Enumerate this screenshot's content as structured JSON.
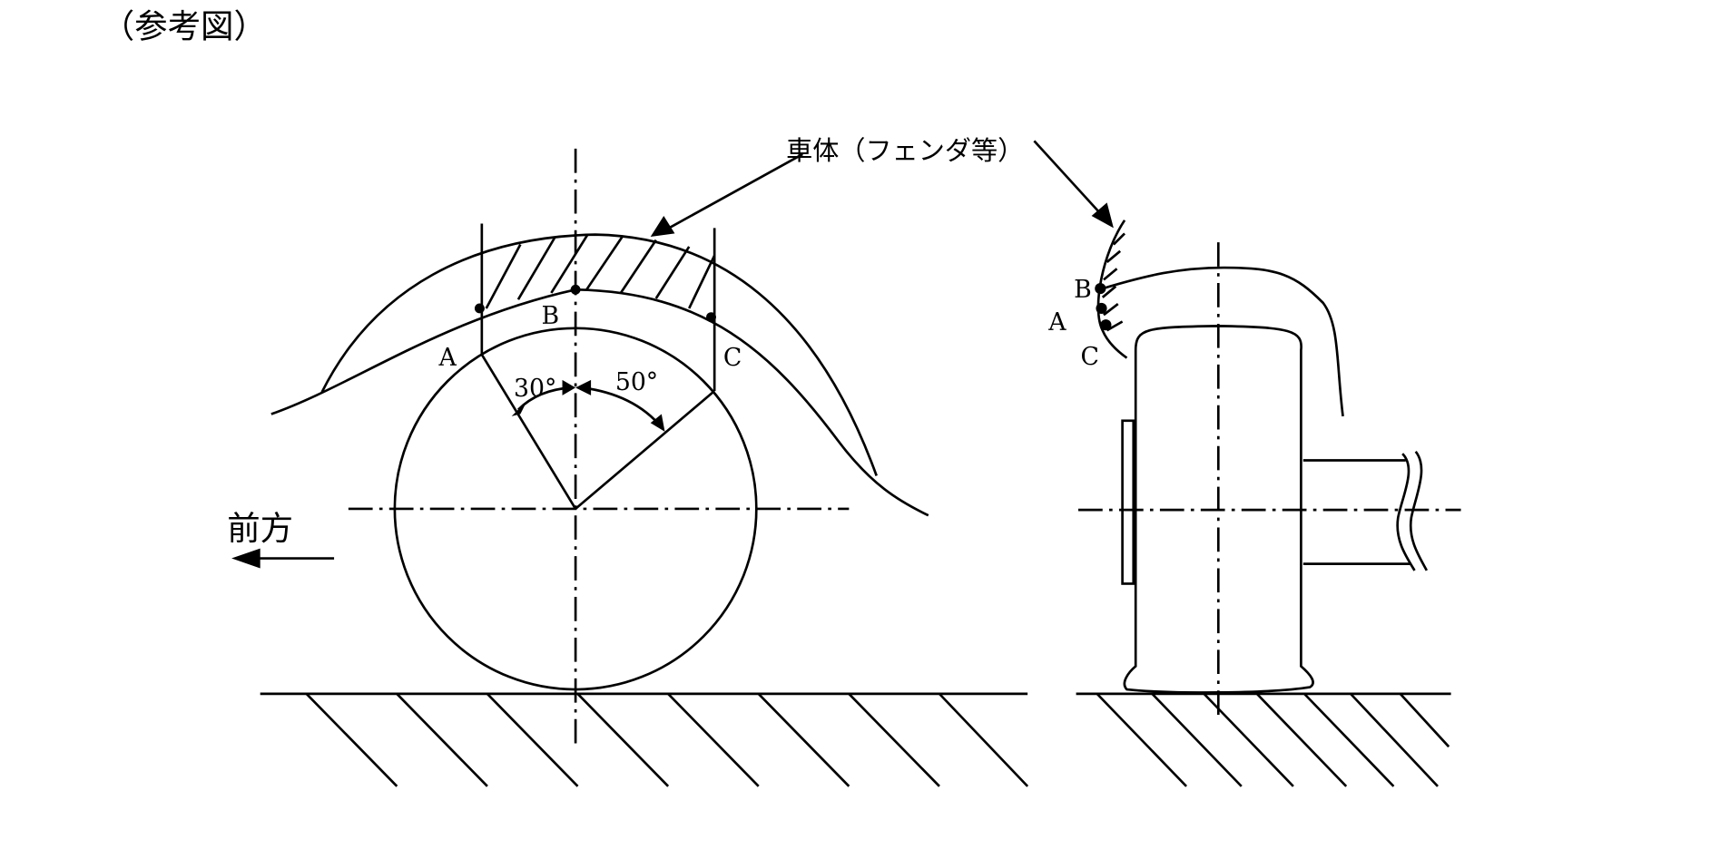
{
  "title": "（参考図）",
  "body_label": "車体（フェンダ等）",
  "forward_label": "前方",
  "points": {
    "a": "A",
    "b": "B",
    "c": "C"
  },
  "angles": {
    "front": "30°",
    "rear": "50°"
  }
}
